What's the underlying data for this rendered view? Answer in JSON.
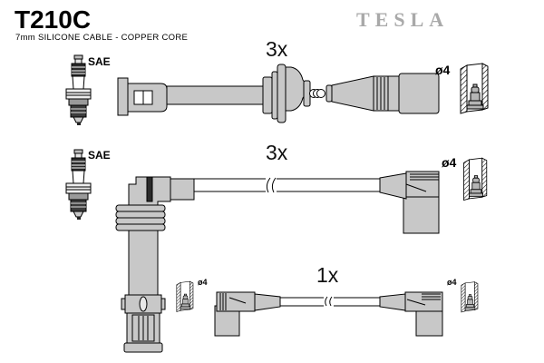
{
  "header": {
    "part_number": "T210C",
    "subtitle": "7mm SILICONE CABLE - COPPER CORE",
    "brand": "TESLA"
  },
  "rows": [
    {
      "plug_standard": "SAE",
      "quantity": "3x",
      "terminal_diameter": "ø4",
      "icons": [
        "spark-plug-icon",
        "straight-boot-cable-drawing",
        "terminal-socket-cross-section-icon"
      ]
    },
    {
      "plug_standard": "SAE",
      "quantity": "3x",
      "terminal_diameter": "ø4",
      "icons": [
        "spark-plug-icon",
        "angled-boot-cable-drawing",
        "terminal-socket-cross-section-icon"
      ]
    },
    {
      "quantity": "1x",
      "terminal_diameter_left": "ø4",
      "terminal_diameter_right": "ø4",
      "icons": [
        "terminal-socket-cross-section-icon",
        "double-angled-boot-cable-drawing",
        "terminal-socket-cross-section-icon"
      ]
    }
  ],
  "colors": {
    "background": "#ffffff",
    "outline": "#000000",
    "boot_fill": "#c8c8c8",
    "brand_gray": "#a9a9a9",
    "text": "#000000"
  }
}
